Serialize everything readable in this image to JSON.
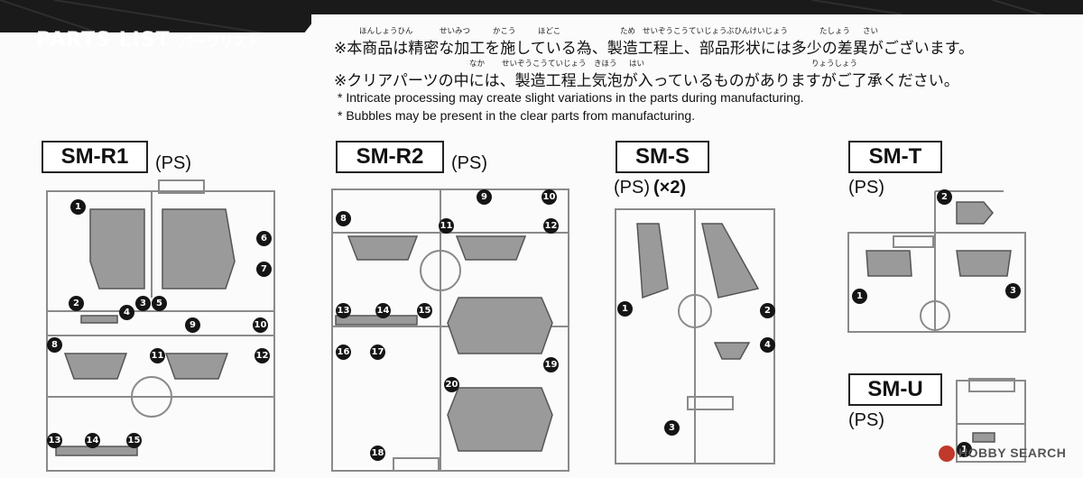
{
  "header": {
    "title": "PARTS LIST",
    "subtitle": "パーツリスト"
  },
  "notes": {
    "jp_line1": "※本商品は精密な加工を施している為、製造工程上、部品形状には多少の差異がございます。",
    "jp_line2": "※クリアパーツの中には、製造工程上気泡が入っているものがありますがご了承ください。",
    "en_line1": "* Intricate processing may create slight variations in the parts during manufacturing.",
    "en_line2": "* Bubbles may be present in the clear parts from manufacturing.",
    "ruby": [
      "ほんしょうひん",
      "せいみつ",
      "かこう",
      "ほどこ",
      "ため",
      "せいぞうこうていじょう",
      "ぶひんけいじょう",
      "たしょう",
      "さい",
      "なか",
      "せいぞうこうていじょう",
      "きほう",
      "はい",
      "りょうしょう"
    ]
  },
  "sprues": [
    {
      "code": "SM-R1",
      "material": "(PS)",
      "numbers": [
        "1",
        "2",
        "3",
        "4",
        "5",
        "6",
        "7",
        "8",
        "9",
        "10",
        "11",
        "12",
        "13",
        "14",
        "15"
      ]
    },
    {
      "code": "SM-R2",
      "material": "(PS)",
      "numbers": [
        "8",
        "9",
        "10",
        "11",
        "12",
        "13",
        "14",
        "15",
        "16",
        "17",
        "18",
        "19",
        "20"
      ]
    },
    {
      "code": "SM-S",
      "material": "(PS)",
      "qty": "(×2)",
      "numbers": [
        "1",
        "2",
        "3",
        "4"
      ]
    },
    {
      "code": "SM-T",
      "material": "(PS)",
      "numbers": [
        "1",
        "2",
        "3"
      ]
    },
    {
      "code": "SM-U",
      "material": "(PS)",
      "numbers": [
        "1"
      ]
    }
  ],
  "watermark": "HOBBY SEARCH"
}
